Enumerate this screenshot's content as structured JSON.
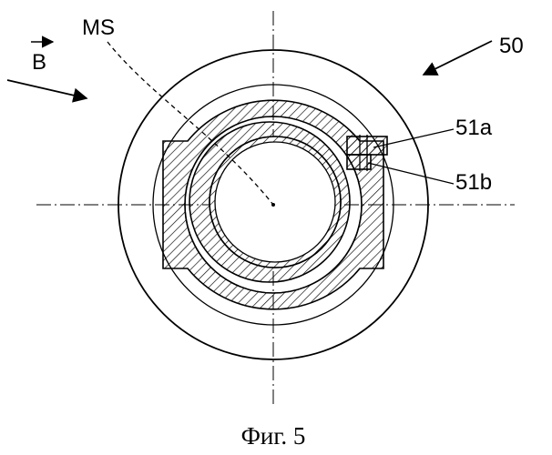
{
  "labels": {
    "vector_b": "B",
    "ms": "MS",
    "part_50": "50",
    "part_51a": "51a",
    "part_51b": "51b"
  },
  "caption": "Фиг. 5"
}
